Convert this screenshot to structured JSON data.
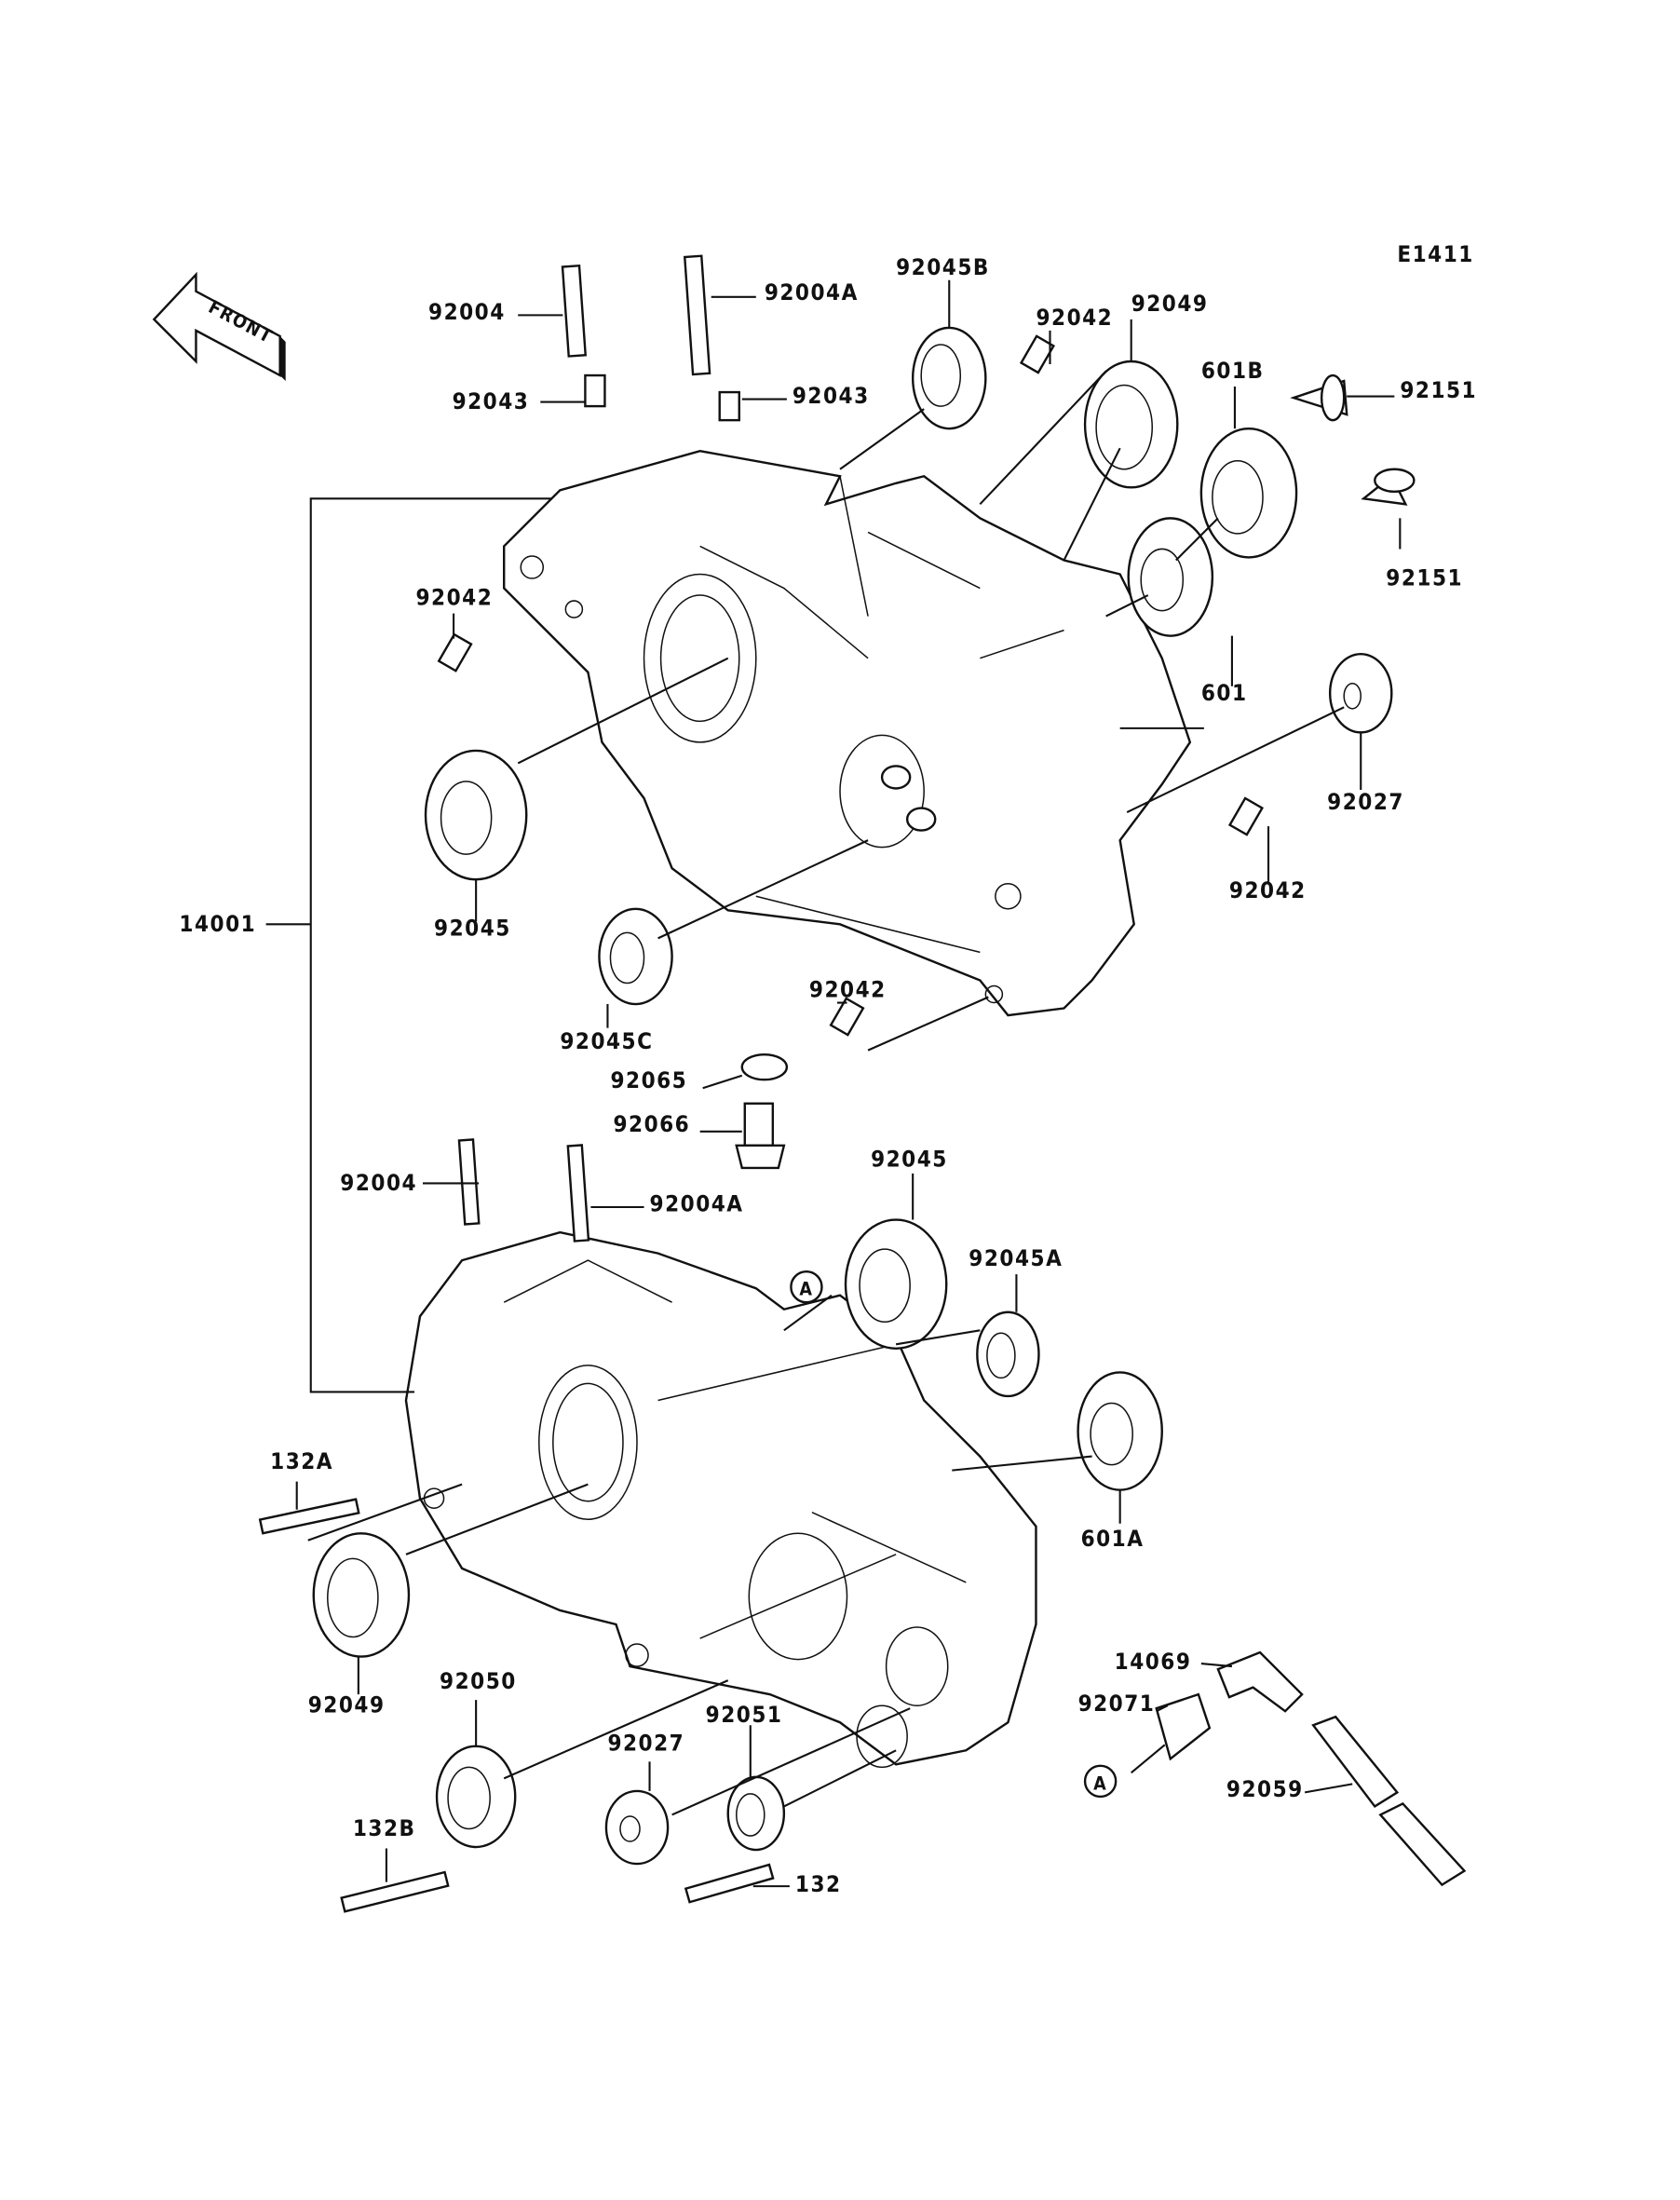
{
  "diagram_id": "E1411",
  "front_arrow": "FRONT",
  "labels": [
    "92004",
    "92004A",
    "92045B",
    "92042",
    "92049",
    "601B",
    "92151",
    "92043",
    "92043",
    "92151",
    "92042",
    "601",
    "92027",
    "14001",
    "92045",
    "92042",
    "92042",
    "92045C",
    "92065",
    "92066",
    "92004",
    "92045",
    "92004A",
    "A",
    "92045A",
    "132A",
    "601A",
    "14069",
    "92049",
    "92050",
    "92051",
    "92071",
    "92027",
    "A",
    "92059",
    "132B",
    "132"
  ]
}
